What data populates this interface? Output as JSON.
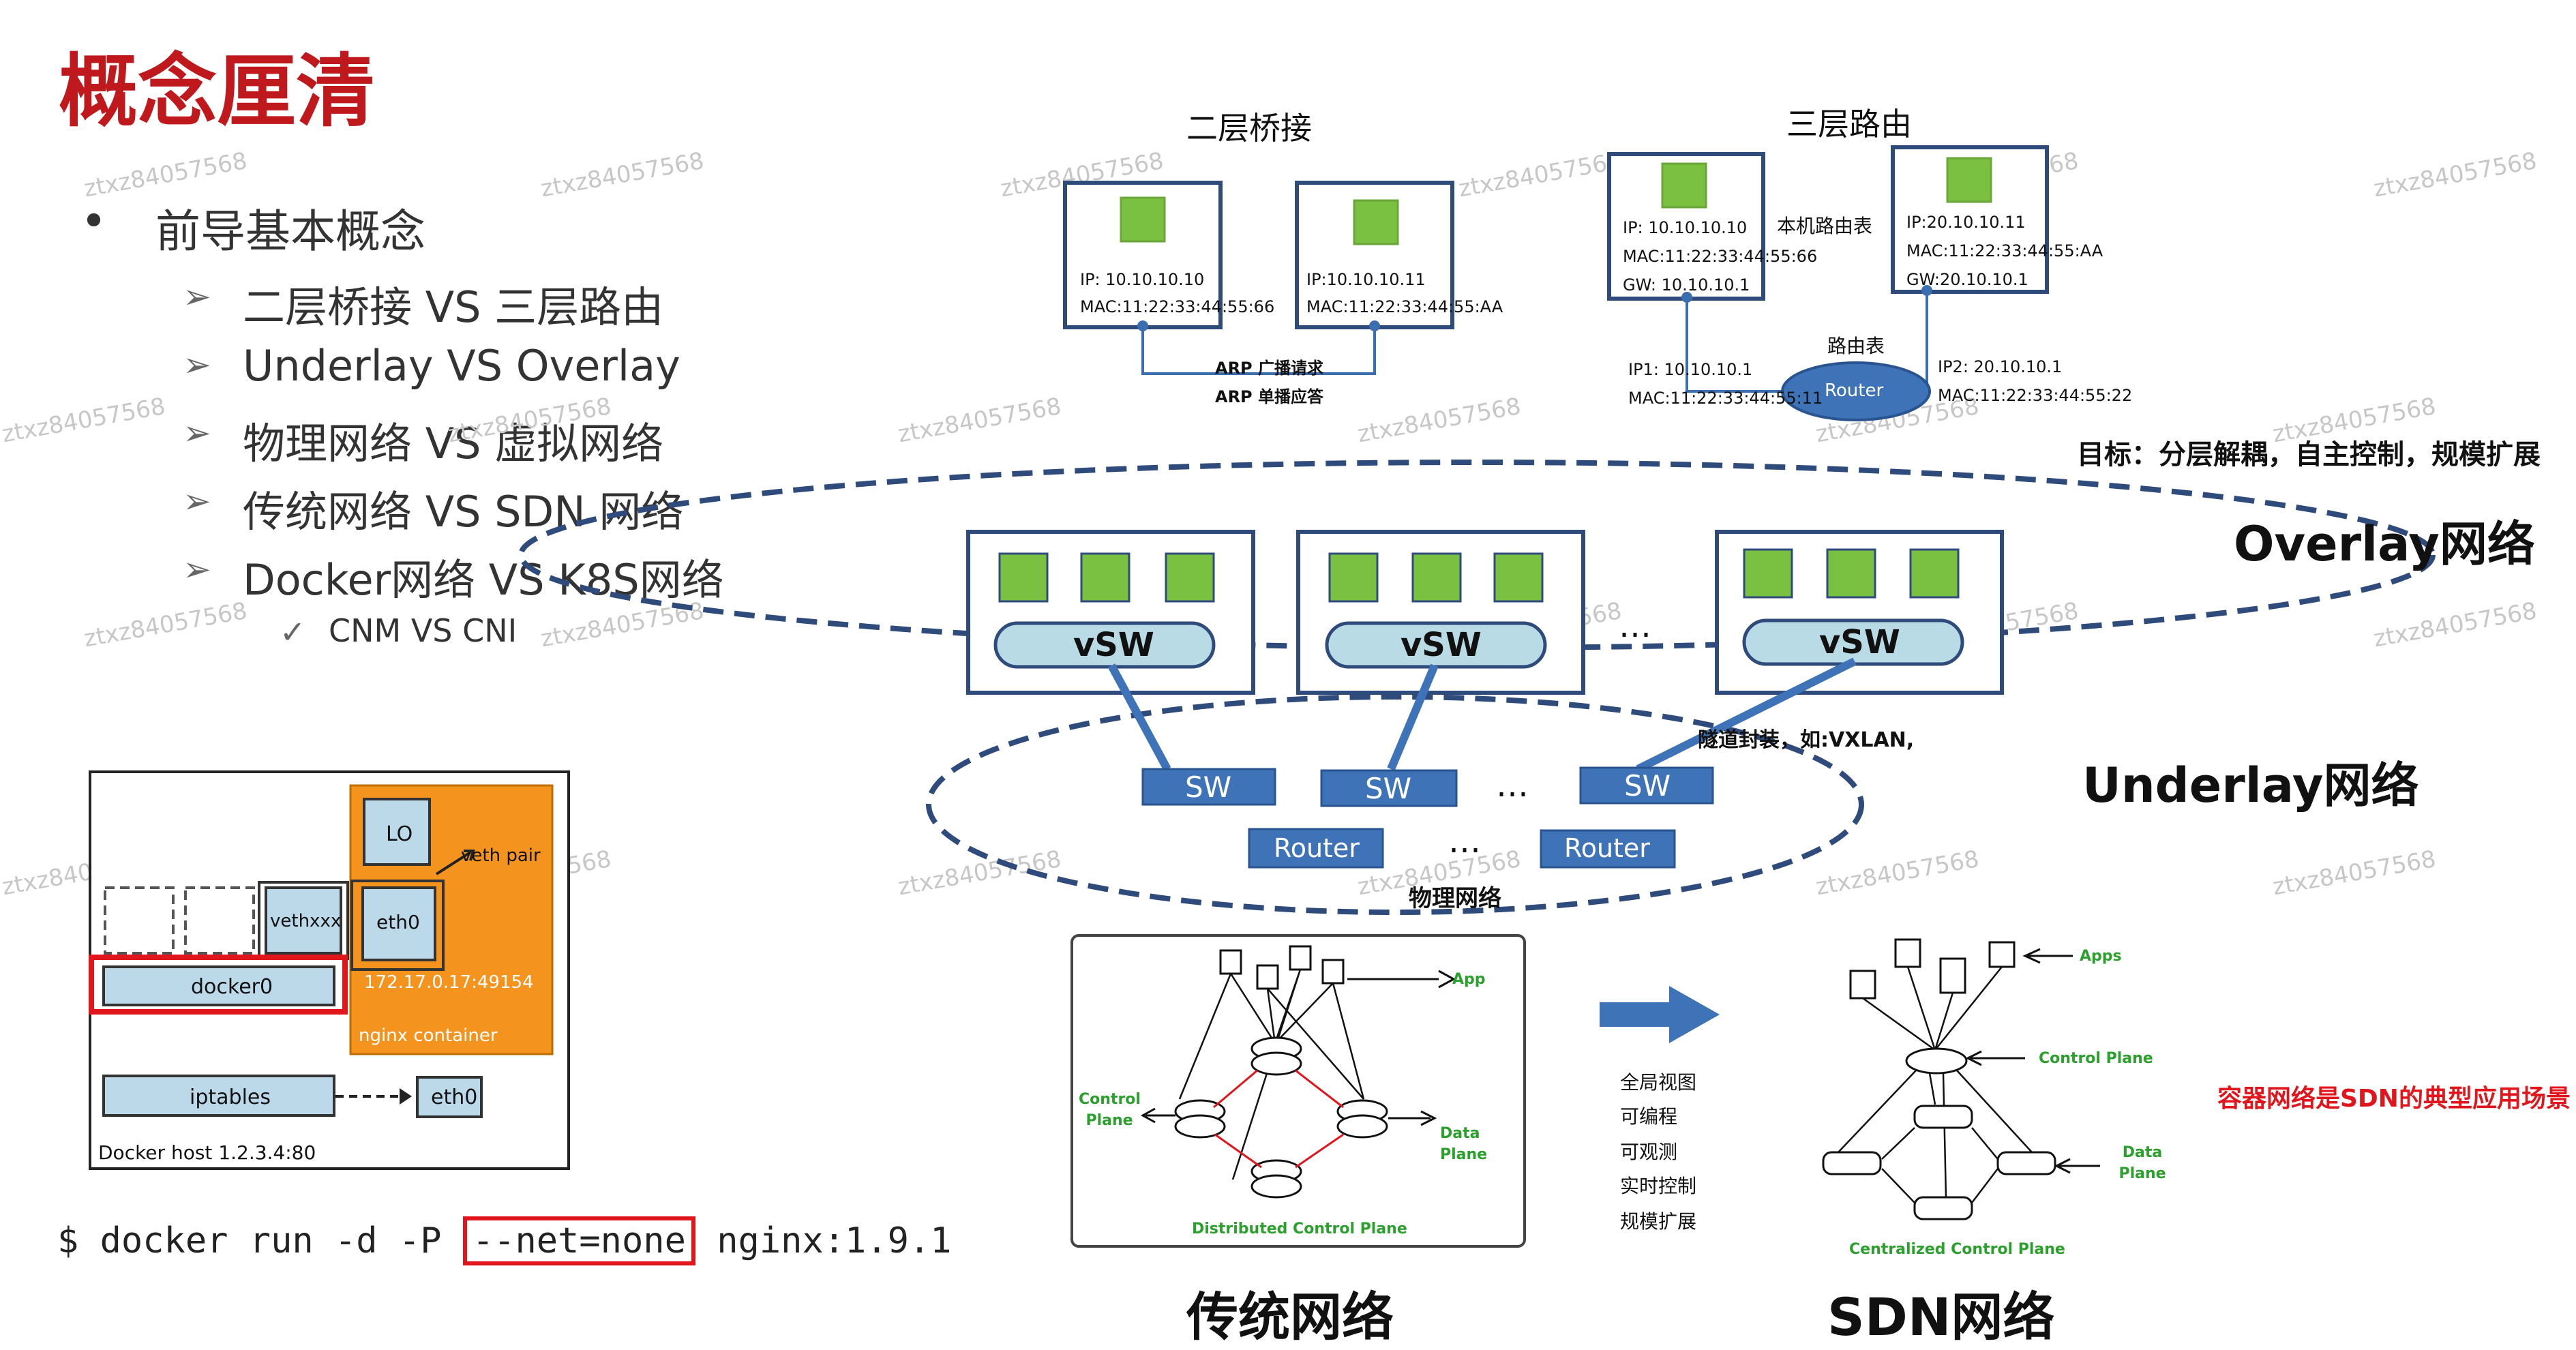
{
  "title": "概念厘清",
  "outline": {
    "main": "前导基本概念",
    "items": [
      "二层桥接 VS 三层路由",
      "Underlay VS Overlay",
      "物理网络 VS 虚拟网络",
      "传统网络 VS SDN 网络",
      "Docker网络 VS K8S网络"
    ],
    "sub": "CNM VS CNI"
  },
  "watermark": "ztxz84057568",
  "docker_diagram": {
    "lo": "LO",
    "veth_pair": "veth pair",
    "vethxxx": "vethxxx",
    "eth0": "eth0",
    "docker0": "docker0",
    "ip_port": "172.17.0.17:49154",
    "container": "nginx container",
    "iptables": "iptables",
    "host_eth0": "eth0",
    "host": "Docker host 1.2.3.4:80"
  },
  "command": {
    "prefix": "$ docker run -d -P ",
    "highlight": "--net=none",
    "suffix": " nginx:1.9.1"
  },
  "bridging": {
    "title": "二层桥接",
    "host1": {
      "ip": "IP:  10.10.10.10",
      "mac": "MAC:11:22:33:44:55:66"
    },
    "host2": {
      "ip": "IP:10.10.10.11",
      "mac": "MAC:11:22:33:44:55:AA"
    },
    "arp_request": "ARP 广播请求",
    "arp_reply": "ARP 单播应答"
  },
  "routing": {
    "title": "三层路由",
    "host1": {
      "ip": "IP:  10.10.10.10",
      "mac": "MAC:11:22:33:44:55:66",
      "gw": "GW: 10.10.10.1"
    },
    "host2": {
      "ip": "IP:20.10.10.11",
      "mac": "MAC:11:22:33:44:55:AA",
      "gw": "GW:20.10.10.1"
    },
    "local_table": "本机路由表",
    "route_table": "路由表",
    "router": "Router",
    "ip1": "IP1:  10.10.10.1",
    "mac1": "MAC:11:22:33:44:55:11",
    "ip2": "IP2:  20.10.10.1",
    "mac2": "MAC:11:22:33:44:55:22"
  },
  "goal": "目标：分层解耦，自主控制，规模扩展",
  "overlay": {
    "label": "Overlay网络",
    "vsw": "vSW",
    "dots": "…",
    "tunnel": "隧道封装，如:VXLAN,"
  },
  "underlay": {
    "label": "Underlay网络",
    "sw": "SW",
    "router": "Router",
    "dots": "…",
    "physical": "物理网络"
  },
  "traditional": {
    "app": "App",
    "control_plane": "Control Plane",
    "data_plane": "Data Plane",
    "caption": "Distributed Control Plane",
    "label": "传统网络"
  },
  "features": [
    "全局视图",
    "可编程",
    "可观测",
    "实时控制",
    "规模扩展"
  ],
  "sdn": {
    "apps": "Apps",
    "control_plane": "Control Plane",
    "data_plane": "Data Plane",
    "caption": "Centralized Control Plane",
    "label": "SDN网络"
  },
  "conclusion": "容器网络是SDN的典型应用场景",
  "colors": {
    "title_red": "#c0191d",
    "green": "#7ac142",
    "blue": "#3b6eaf",
    "vsw_fill": "#b9dbe6",
    "orange": "#f5931f",
    "red": "#e0161c"
  }
}
